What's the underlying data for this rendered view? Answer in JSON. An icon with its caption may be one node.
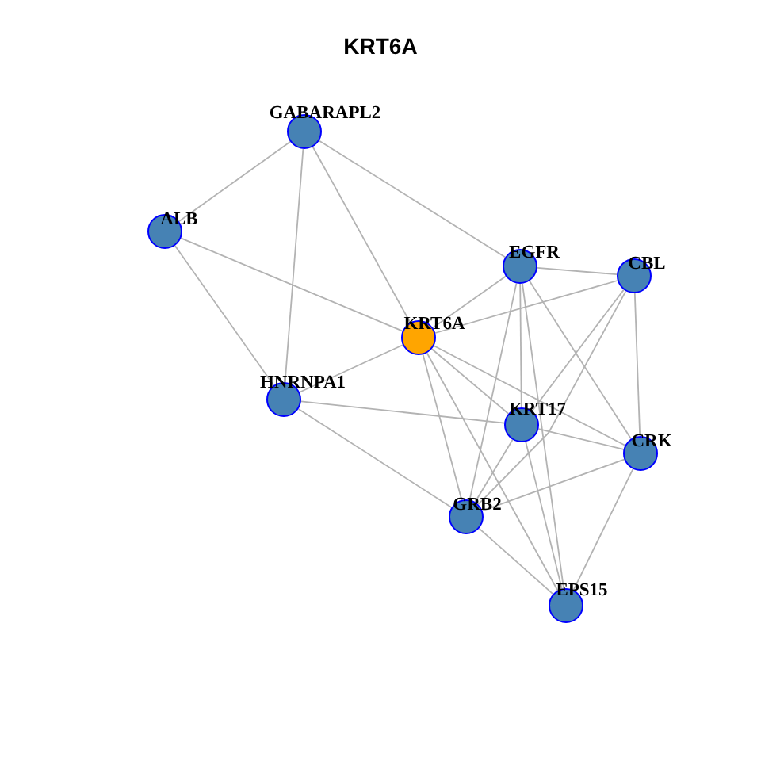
{
  "diagram": {
    "title": "KRT6A",
    "nodes": [
      {
        "text": [
          "GABARAPL2"
        ]
      },
      {
        "text": [
          "ALB"
        ]
      },
      {
        "text": [
          "EGFR"
        ]
      },
      {
        "text": [
          "CBL"
        ]
      },
      {
        "text": [
          "KRT6A"
        ]
      },
      {
        "text": [
          "HNRNPA1"
        ]
      },
      {
        "text": [
          "KRT17"
        ]
      },
      {
        "text": [
          "CRK"
        ]
      },
      {
        "text": [
          "GRB2"
        ]
      },
      {
        "text": [
          "EPS15"
        ]
      }
    ],
    "edges": [
      {
        "from": 0,
        "to": 1,
        "arrow": "none"
      },
      {
        "from": 0,
        "to": 5,
        "arrow": "none"
      },
      {
        "from": 0,
        "to": 4,
        "arrow": "none"
      },
      {
        "from": 0,
        "to": 2,
        "arrow": "none"
      },
      {
        "from": 1,
        "to": 4,
        "arrow": "none"
      },
      {
        "from": 1,
        "to": 5,
        "arrow": "none"
      },
      {
        "from": 4,
        "to": 5,
        "arrow": "none"
      },
      {
        "from": 4,
        "to": 2,
        "arrow": "none"
      },
      {
        "from": 4,
        "to": 3,
        "arrow": "none"
      },
      {
        "from": 4,
        "to": 6,
        "arrow": "none"
      },
      {
        "from": 4,
        "to": 7,
        "arrow": "none"
      },
      {
        "from": 4,
        "to": 8,
        "arrow": "none"
      },
      {
        "from": 4,
        "to": 9,
        "arrow": "none"
      },
      {
        "from": 2,
        "to": 3,
        "arrow": "none"
      },
      {
        "from": 2,
        "to": 6,
        "arrow": "none"
      },
      {
        "from": 2,
        "to": 8,
        "arrow": "none"
      },
      {
        "from": 2,
        "to": 9,
        "arrow": "none"
      },
      {
        "from": 2,
        "to": 7,
        "arrow": "none"
      },
      {
        "from": 3,
        "to": 6,
        "arrow": "none"
      },
      {
        "from": 3,
        "to": 8,
        "arrow": "none"
      },
      {
        "from": 3,
        "to": 7,
        "arrow": "none"
      },
      {
        "from": 5,
        "to": 6,
        "arrow": "none"
      },
      {
        "from": 5,
        "to": 8,
        "arrow": "none"
      },
      {
        "from": 6,
        "to": 7,
        "arrow": "none"
      },
      {
        "from": 6,
        "to": 8,
        "arrow": "none"
      },
      {
        "from": 6,
        "to": 9,
        "arrow": "none"
      },
      {
        "from": 8,
        "to": 7,
        "arrow": "none"
      },
      {
        "from": 8,
        "to": 9,
        "arrow": "none"
      },
      {
        "from": 7,
        "to": 9,
        "arrow": "none"
      }
    ]
  }
}
